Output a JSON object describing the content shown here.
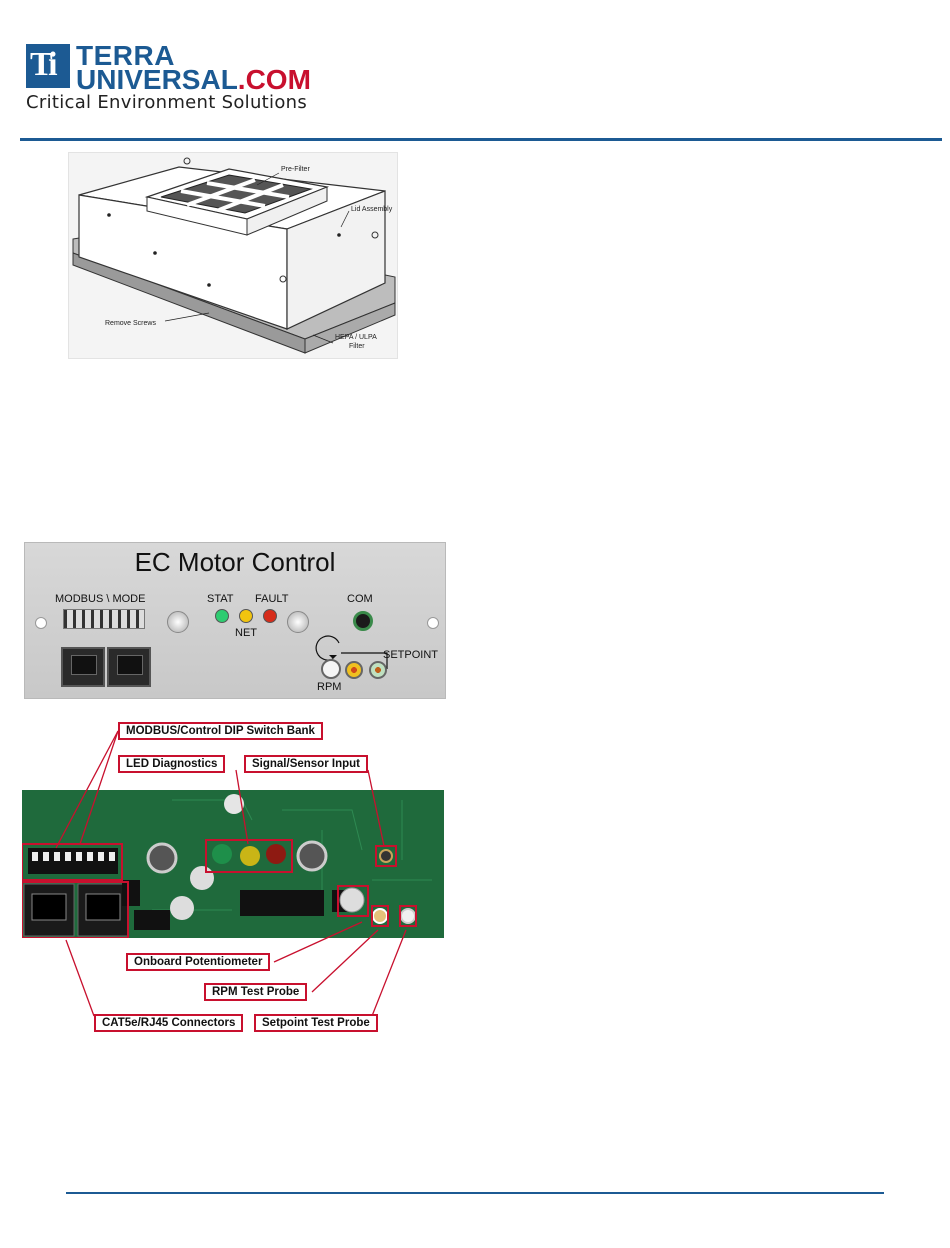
{
  "logo": {
    "line1": "TERRA",
    "line2_a": "UNIVERSAL",
    "line2_b": ".COM",
    "tagline": "Critical Environment Solutions",
    "mark": "Ti"
  },
  "figure1": {
    "labels": {
      "prefilter": "Pre-Filter",
      "lid": "Lid Assembly",
      "screws": "Remove Screws",
      "hepa1": "HEPA / ULPA",
      "hepa2": "Filter"
    }
  },
  "panel": {
    "title": "EC Motor Control",
    "modbus": "MODBUS \\ MODE",
    "stat": "STAT",
    "fault": "FAULT",
    "net": "NET",
    "com": "COM",
    "setpoint": "SETPOINT",
    "rpm": "RPM"
  },
  "callouts": {
    "dip": "MODBUS/Control DIP Switch Bank",
    "led": "LED Diagnostics",
    "signal": "Signal/Sensor Input",
    "pot": "Onboard Potentiometer",
    "rpm": "RPM Test Probe",
    "cat5": "CAT5e/RJ45 Connectors",
    "setpoint": "Setpoint Test Probe"
  },
  "colors": {
    "brand_blue": "#1c5a93",
    "brand_red": "#c8102e",
    "led_green": "#2ecc71",
    "led_yellow": "#f1c40f",
    "led_red": "#d62c1a"
  }
}
